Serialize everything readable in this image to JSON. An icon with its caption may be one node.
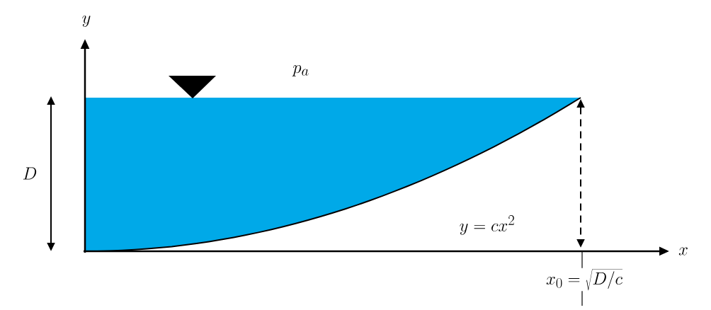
{
  "diagram": {
    "labels": [
      "y",
      "p_a",
      "D",
      "y=cx^2",
      "x",
      "x_0=\\sqrt{D/c}"
    ]
  }
}
